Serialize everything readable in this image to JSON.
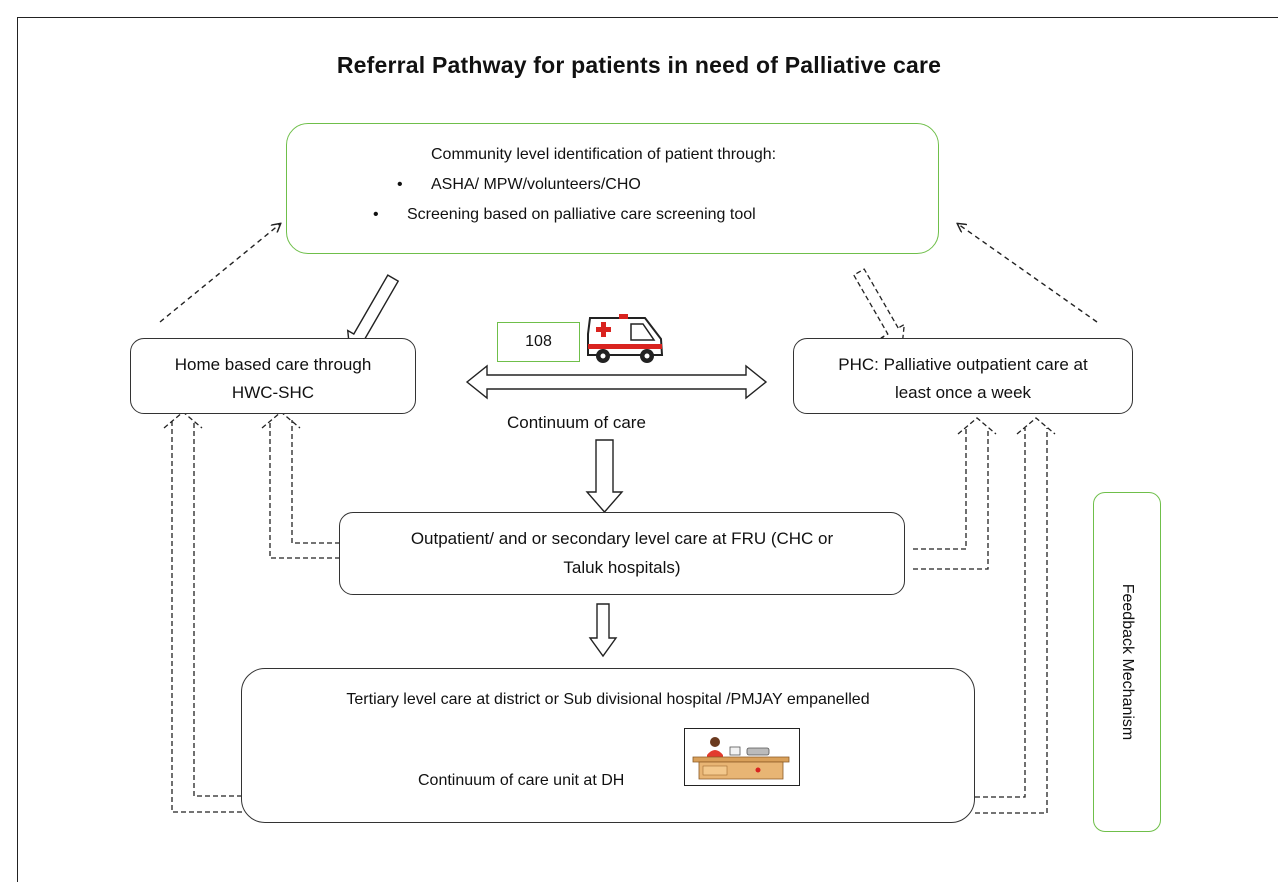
{
  "title": "Referral Pathway for patients in need of Palliative care",
  "community": {
    "heading": "Community level identification of patient through:",
    "bullets": [
      "ASHA/ MPW/volunteers/CHO",
      "Screening based on palliative care screening tool"
    ]
  },
  "home_care": {
    "line1": "Home based care through",
    "line2": "HWC-SHC"
  },
  "phc": {
    "line1": "PHC: Palliative outpatient care at",
    "line2": "least once a week"
  },
  "ambulance_number": "108",
  "continuum_label": "Continuum of care",
  "fru": {
    "line1": "Outpatient/ and or secondary level care at FRU (CHC or",
    "line2": "Taluk hospitals)"
  },
  "tertiary": {
    "heading": "Tertiary level care at district or Sub divisional hospital /PMJAY empanelled",
    "unit": "Continuum of care unit at DH"
  },
  "feedback_label": "Feedback Mechanism",
  "colors": {
    "green_border": "#6fbf4a",
    "ambulance_red": "#d9231f",
    "stroke": "#222222"
  }
}
